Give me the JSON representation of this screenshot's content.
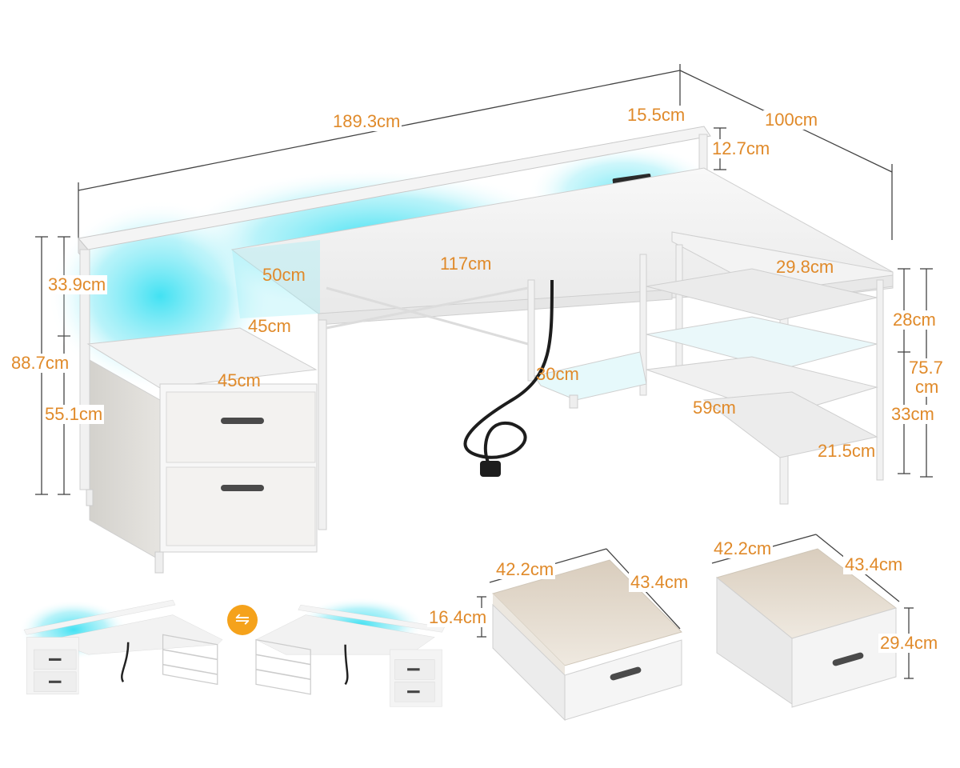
{
  "colors": {
    "dimension": "#e08a2a",
    "led": "#33d6ee",
    "frame": "#f2f2f2",
    "fabric": "#dedcd8",
    "accent": "#f5a21b"
  },
  "dimensions": {
    "total_length": "189.3cm",
    "hutch_depth": "15.5cm",
    "side_length": "100cm",
    "hutch_height": "12.7cm",
    "upper_height": "33.9cm",
    "overall_height": "88.7cm",
    "lower_height": "55.1cm",
    "monitor_stand_depth": "50cm",
    "main_top_width": "117cm",
    "side_top_depth": "29.8cm",
    "monitor_stand_depth2": "45cm",
    "cabinet_depth": "45cm",
    "shelf_width": "30cm",
    "shelf_gap_top": "28cm",
    "desk_height_line1": "75.7",
    "desk_height_line2": "cm",
    "shelf_length": "59cm",
    "shelf_gap_bottom": "33cm",
    "bottom_clearance": "21.5cm",
    "drawer_small_width": "42.2cm",
    "drawer_small_depth": "43.4cm",
    "drawer_small_height": "16.4cm",
    "drawer_large_width": "42.2cm",
    "drawer_large_depth": "43.4cm",
    "drawer_large_height": "29.4cm"
  },
  "icons": {
    "reversible": "swap-arrows-icon"
  },
  "swap_glyph": "⇋"
}
